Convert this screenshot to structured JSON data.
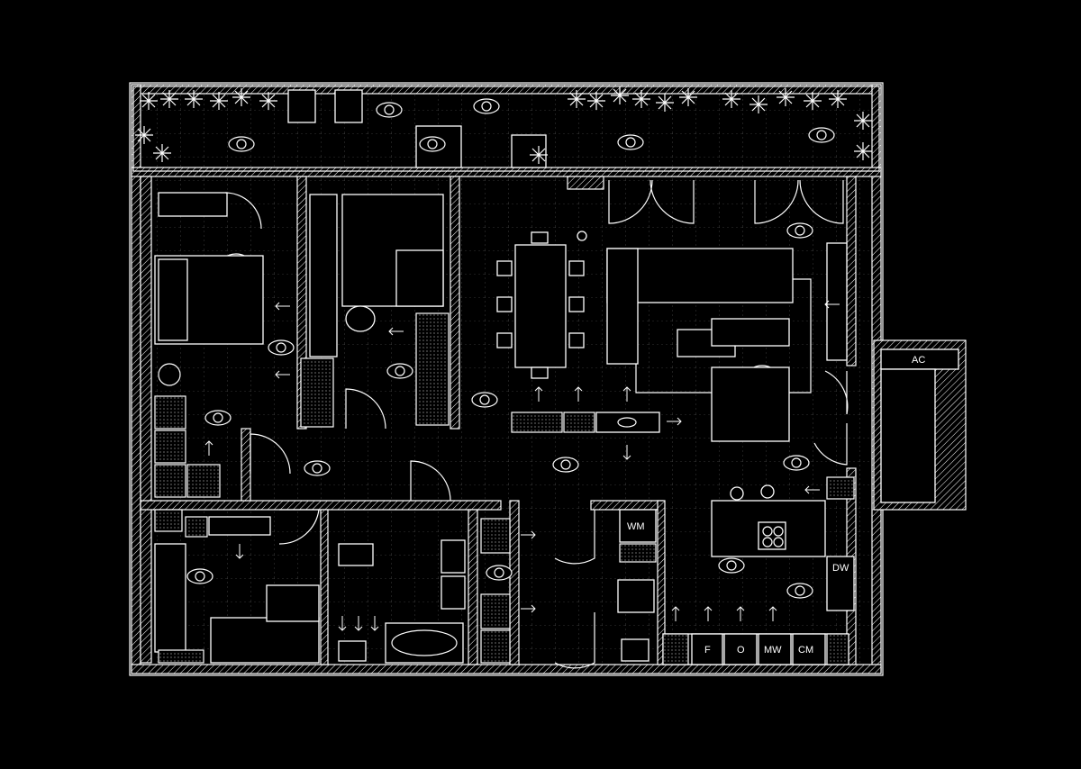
{
  "plan": {
    "labels": {
      "ac": "AC",
      "wm": "WM",
      "dw": "DW",
      "f": "F",
      "o": "O",
      "mw": "MW",
      "cm": "CM"
    }
  },
  "colors": {
    "background": "#000000",
    "line": "#ffffff"
  }
}
